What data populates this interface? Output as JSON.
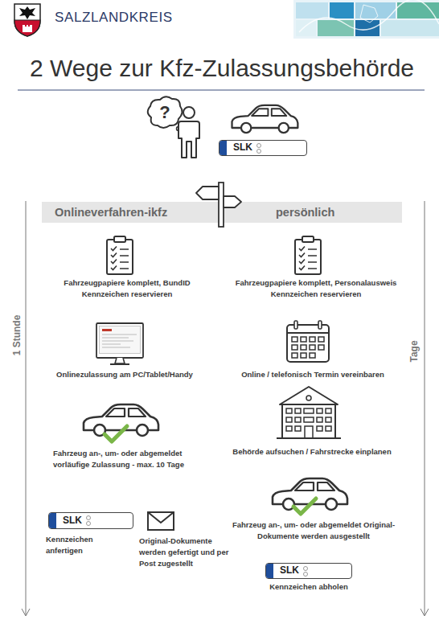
{
  "diagram": {
    "title": "2 Wege zur Kfz-Zulassungsbehörde",
    "nodes": [
      {
        "text": [
          "SLK"
        ]
      },
      {
        "text": [
          "Onlineverfahren-ikfz"
        ]
      },
      {
        "text": [
          "persönlich"
        ]
      },
      {
        "text": [
          "SLK"
        ]
      },
      {
        "text": [
          "SLK"
        ]
      }
    ],
    "labels": [
      "SALZLANDKREIS",
      "?",
      "Fahrzeugpapiere komplett, BundID Kennzeichen reservieren",
      "Fahrzeugpapiere komplett, Personalausweis Kennzeichen reservieren",
      "1 Stunde",
      "Tage",
      "Onlinezulassung am PC/Tablet/Handy",
      "Online / telefonisch Termin vereinbaren",
      "Behörde aufsuchen / Fahrstrecke einplanen",
      "Fahrzeug an-, um- oder abgemeldet vorläufige Zulassung - max. 10 Tage",
      "Fahrzeug an-, um- oder abgemeldet Original-Dokumente werden ausgestellt",
      "Kennzeichen anfertigen",
      "Original-Dokumente werden gefertigt und per Post zugestellt",
      "Kennzeichen abholen"
    ]
  }
}
